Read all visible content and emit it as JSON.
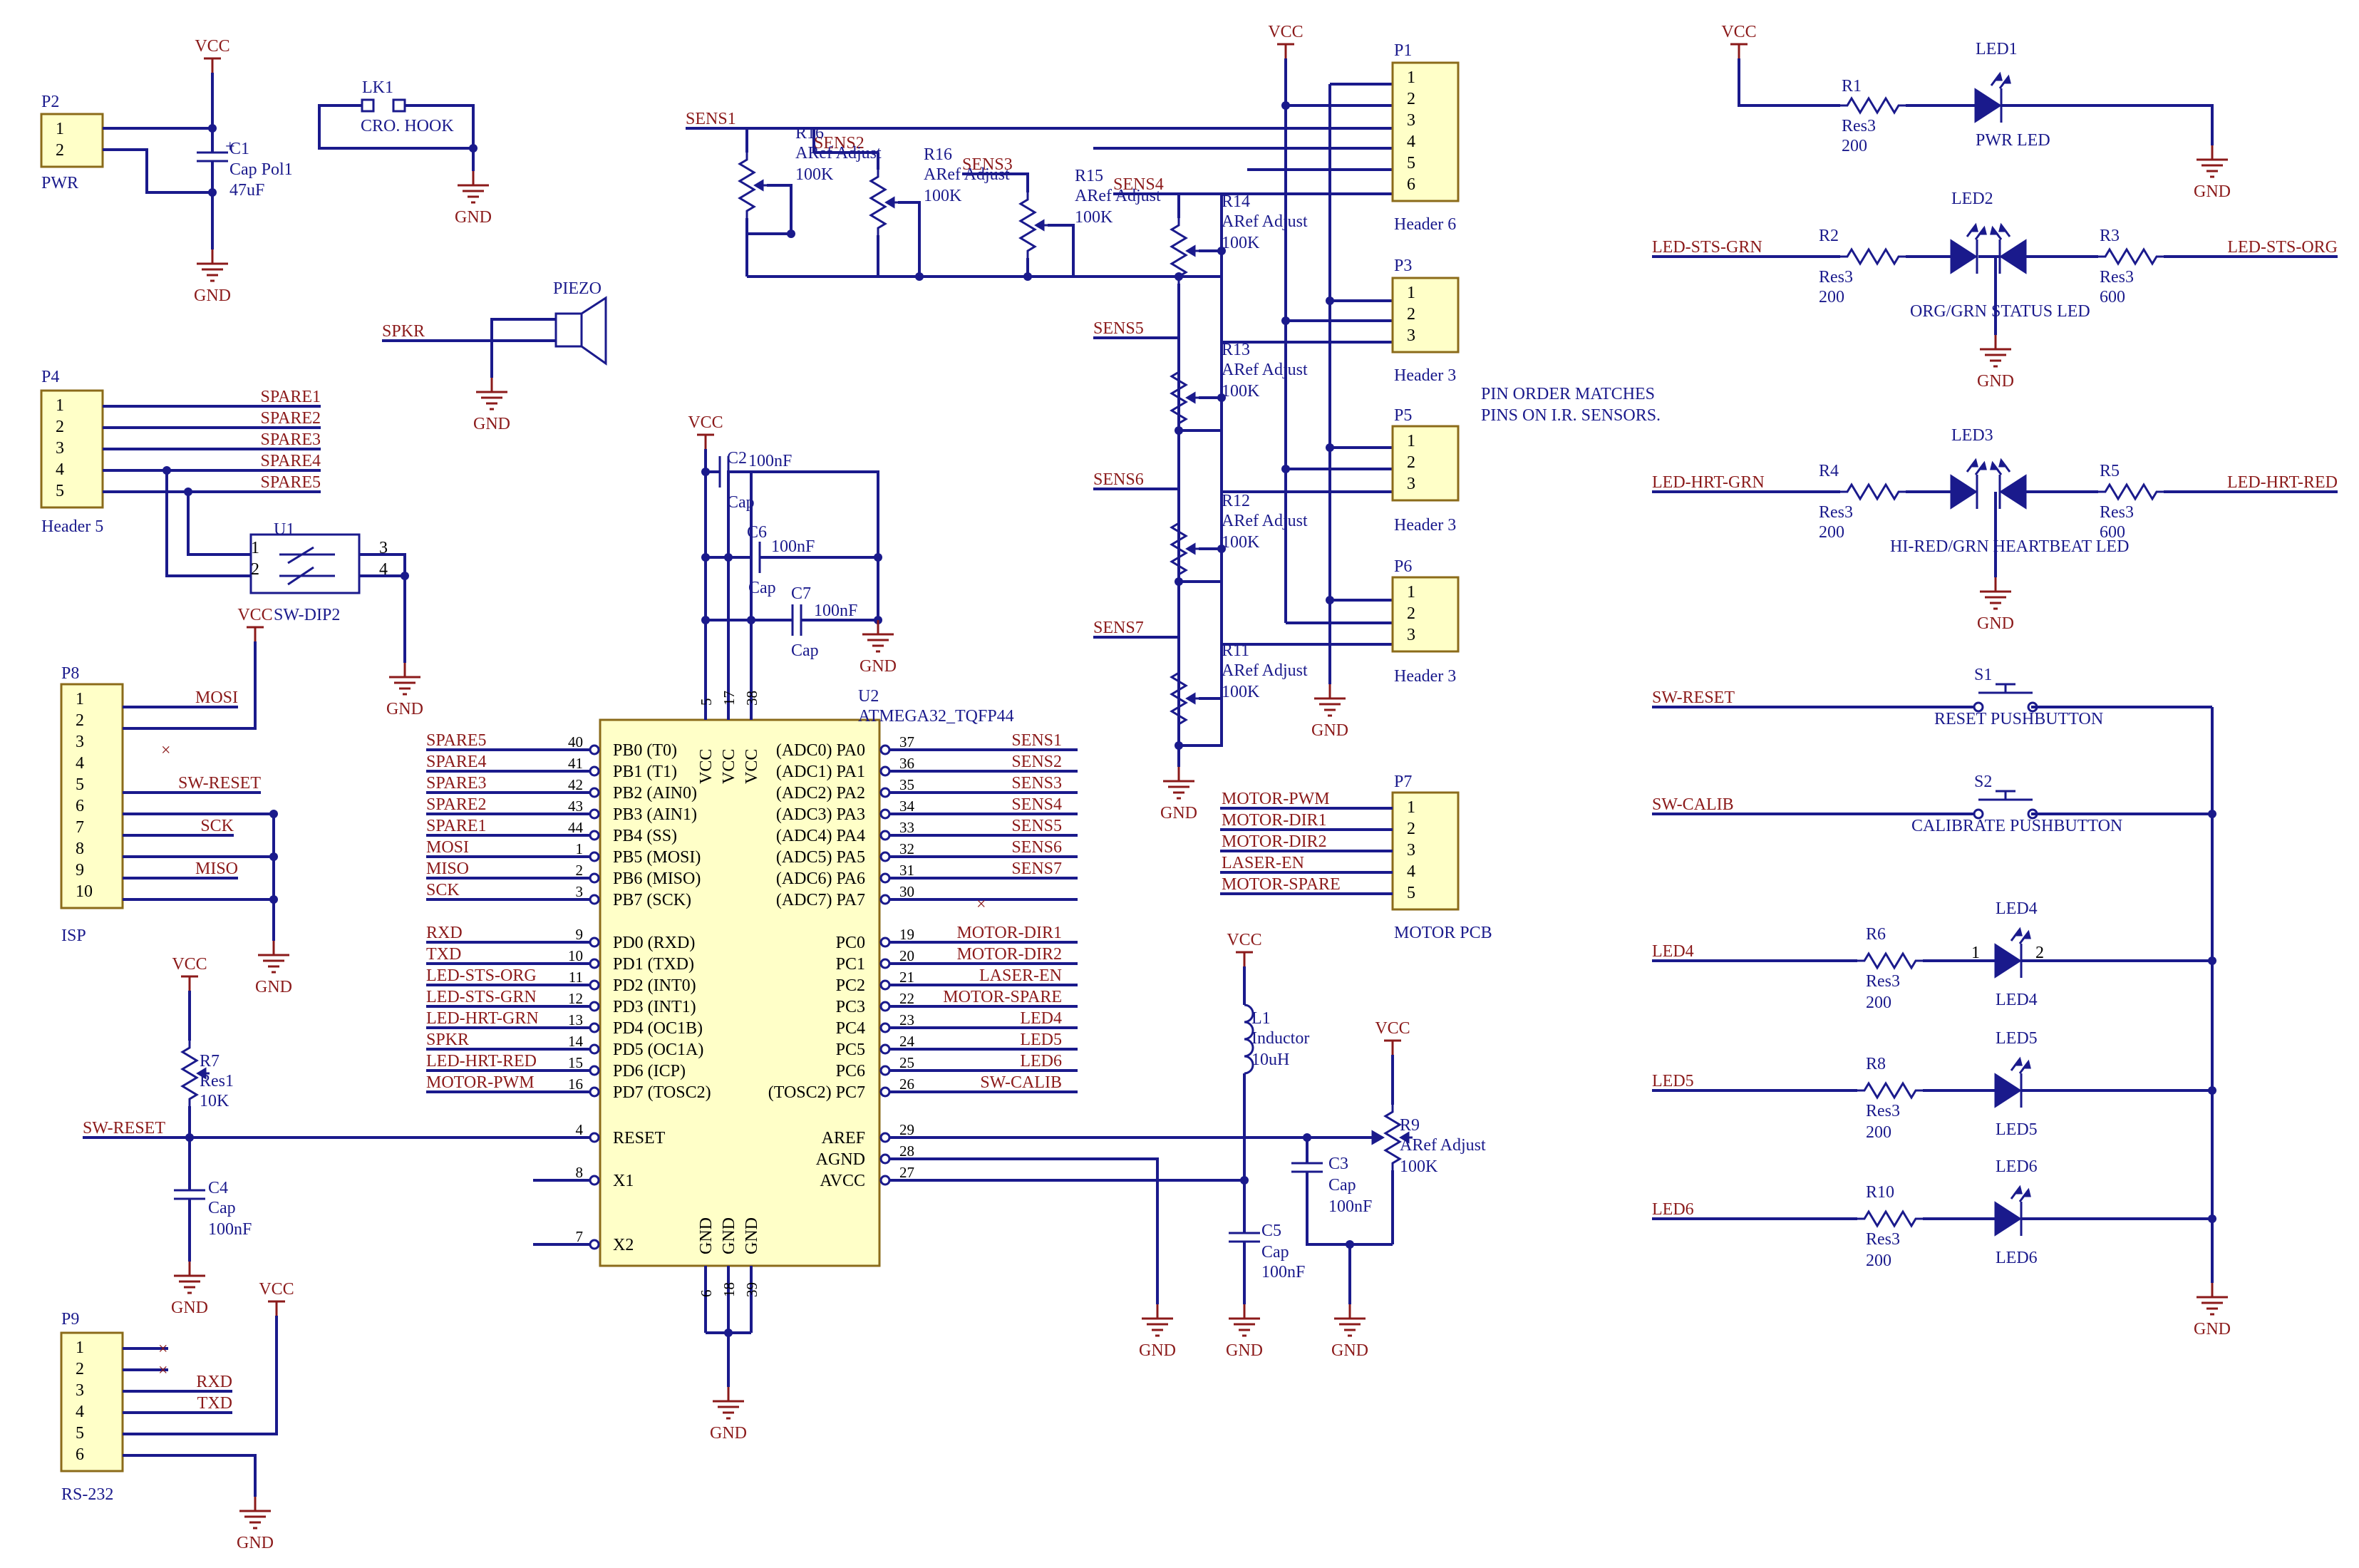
{
  "power": {
    "vcc": "VCC",
    "gnd": "GND"
  },
  "p2": {
    "ref": "P2",
    "label": "PWR",
    "pins": [
      "1",
      "2"
    ]
  },
  "c1": {
    "ref": "C1",
    "type": "Cap Pol1",
    "value": "47uF",
    "plus": "+"
  },
  "lk1": {
    "ref": "LK1",
    "label": "CRO. HOOK"
  },
  "piezo": {
    "label": "PIEZO",
    "net": "SPKR"
  },
  "p4": {
    "ref": "P4",
    "label": "Header 5",
    "pins": [
      "1",
      "2",
      "3",
      "4",
      "5"
    ],
    "nets": [
      "SPARE1",
      "SPARE2",
      "SPARE3",
      "SPARE4",
      "SPARE5"
    ]
  },
  "u1": {
    "ref": "U1",
    "label": "SW-DIP2",
    "pins": [
      "1",
      "2",
      "3",
      "4"
    ]
  },
  "p8": {
    "ref": "P8",
    "label": "ISP",
    "pins": [
      "1",
      "2",
      "3",
      "4",
      "5",
      "6",
      "7",
      "8",
      "9",
      "10"
    ],
    "nets": {
      "mosi": "MOSI",
      "reset": "SW-RESET",
      "sck": "SCK",
      "miso": "MISO"
    }
  },
  "r7": {
    "ref": "R7",
    "type": "Res1",
    "value": "10K"
  },
  "c4": {
    "ref": "C4",
    "type": "Cap",
    "value": "100nF"
  },
  "sw_reset_net": "SW-RESET",
  "p9": {
    "ref": "P9",
    "label": "RS-232",
    "pins": [
      "1",
      "2",
      "3",
      "4",
      "5",
      "6"
    ],
    "nets": [
      "RXD",
      "TXD"
    ]
  },
  "c2": {
    "ref": "C2",
    "type": "Cap",
    "value": "100nF"
  },
  "c6": {
    "ref": "C6",
    "type": "Cap",
    "value": "100nF"
  },
  "c7": {
    "ref": "C7",
    "type": "Cap",
    "value": "100nF"
  },
  "u2": {
    "ref": "U2",
    "part": "ATMEGA32_TQFP44",
    "top_pins": [
      {
        "num": "5",
        "name": "VCC"
      },
      {
        "num": "17",
        "name": "VCC"
      },
      {
        "num": "38",
        "name": "VCC"
      }
    ],
    "bottom_pins": [
      {
        "num": "6",
        "name": "GND"
      },
      {
        "num": "18",
        "name": "GND"
      },
      {
        "num": "39",
        "name": "GND"
      }
    ],
    "left": [
      {
        "net": "SPARE5",
        "num": "40",
        "name": "PB0 (T0)"
      },
      {
        "net": "SPARE4",
        "num": "41",
        "name": "PB1 (T1)"
      },
      {
        "net": "SPARE3",
        "num": "42",
        "name": "PB2 (AIN0)"
      },
      {
        "net": "SPARE2",
        "num": "43",
        "name": "PB3 (AIN1)"
      },
      {
        "net": "SPARE1",
        "num": "44",
        "name": "PB4 (SS)"
      },
      {
        "net": "MOSI",
        "num": "1",
        "name": "PB5 (MOSI)"
      },
      {
        "net": "MISO",
        "num": "2",
        "name": "PB6 (MISO)"
      },
      {
        "net": "SCK",
        "num": "3",
        "name": "PB7 (SCK)"
      },
      {
        "net": "RXD",
        "num": "9",
        "name": "PD0 (RXD)"
      },
      {
        "net": "TXD",
        "num": "10",
        "name": "PD1 (TXD)"
      },
      {
        "net": "LED-STS-ORG",
        "num": "11",
        "name": "PD2 (INT0)"
      },
      {
        "net": "LED-STS-GRN",
        "num": "12",
        "name": "PD3 (INT1)"
      },
      {
        "net": "LED-HRT-GRN",
        "num": "13",
        "name": "PD4 (OC1B)"
      },
      {
        "net": "SPKR",
        "num": "14",
        "name": "PD5 (OC1A)"
      },
      {
        "net": "LED-HRT-RED",
        "num": "15",
        "name": "PD6 (ICP)"
      },
      {
        "net": "MOTOR-PWM",
        "num": "16",
        "name": "PD7 (TOSC2)"
      }
    ],
    "left_misc": [
      {
        "num": "4",
        "name": "RESET"
      },
      {
        "num": "8",
        "name": "X1"
      },
      {
        "num": "7",
        "name": "X2"
      }
    ],
    "right": [
      {
        "net": "SENS1",
        "num": "37",
        "name": "(ADC0) PA0"
      },
      {
        "net": "SENS2",
        "num": "36",
        "name": "(ADC1) PA1"
      },
      {
        "net": "SENS3",
        "num": "35",
        "name": "(ADC2) PA2"
      },
      {
        "net": "SENS4",
        "num": "34",
        "name": "(ADC3) PA3"
      },
      {
        "net": "SENS5",
        "num": "33",
        "name": "(ADC4) PA4"
      },
      {
        "net": "SENS6",
        "num": "32",
        "name": "(ADC5) PA5"
      },
      {
        "net": "SENS7",
        "num": "31",
        "name": "(ADC6) PA6"
      },
      {
        "net": "",
        "num": "30",
        "name": "(ADC7) PA7"
      },
      {
        "net": "MOTOR-DIR1",
        "num": "19",
        "name": "PC0"
      },
      {
        "net": "MOTOR-DIR2",
        "num": "20",
        "name": "PC1"
      },
      {
        "net": "LASER-EN",
        "num": "21",
        "name": "PC2"
      },
      {
        "net": "MOTOR-SPARE",
        "num": "22",
        "name": "PC3"
      },
      {
        "net": "LED4",
        "num": "23",
        "name": "PC4"
      },
      {
        "net": "LED5",
        "num": "24",
        "name": "PC5"
      },
      {
        "net": "LED6",
        "num": "25",
        "name": "PC6"
      },
      {
        "net": "SW-CALIB",
        "num": "26",
        "name": "(TOSC2) PC7"
      }
    ],
    "right_misc": [
      {
        "num": "29",
        "name": "AREF"
      },
      {
        "num": "28",
        "name": "AGND"
      },
      {
        "num": "27",
        "name": "AVCC"
      }
    ]
  },
  "l1": {
    "ref": "L1",
    "type": "Inductor",
    "value": "10uH"
  },
  "c5": {
    "ref": "C5",
    "type": "Cap",
    "value": "100nF"
  },
  "c3": {
    "ref": "C3",
    "type": "Cap",
    "value": "100nF"
  },
  "r9": {
    "ref": "R9",
    "type": "ARef Adjust",
    "value": "100K"
  },
  "sens": {
    "nets": [
      "SENS1",
      "SENS2",
      "SENS3",
      "SENS4",
      "SENS5",
      "SENS6",
      "SENS7"
    ],
    "pots": [
      {
        "ref": "R16",
        "type": "ARef Adjust",
        "value": "100K"
      },
      {
        "ref": "R16",
        "type": "ARef Adjust",
        "value": "100K"
      },
      {
        "ref": "R15",
        "type": "ARef Adjust",
        "value": "100K"
      },
      {
        "ref": "R14",
        "type": "ARef Adjust",
        "value": "100K"
      },
      {
        "ref": "R13",
        "type": "ARef Adjust",
        "value": "100K"
      },
      {
        "ref": "R12",
        "type": "ARef Adjust",
        "value": "100K"
      },
      {
        "ref": "R11",
        "type": "ARef Adjust",
        "value": "100K"
      }
    ]
  },
  "p1": {
    "ref": "P1",
    "label": "Header 6",
    "pins": [
      "1",
      "2",
      "3",
      "4",
      "5",
      "6"
    ]
  },
  "p3": {
    "ref": "P3",
    "label": "Header 3",
    "pins": [
      "1",
      "2",
      "3"
    ]
  },
  "p5": {
    "ref": "P5",
    "label": "Header 3",
    "pins": [
      "1",
      "2",
      "3"
    ]
  },
  "p6": {
    "ref": "P6",
    "label": "Header 3",
    "pins": [
      "1",
      "2",
      "3"
    ]
  },
  "note": {
    "line1": "PIN ORDER MATCHES",
    "line2": "PINS ON I.R. SENSORS."
  },
  "p7": {
    "ref": "P7",
    "label": "MOTOR PCB",
    "pins": [
      "1",
      "2",
      "3",
      "4",
      "5"
    ],
    "nets": [
      "MOTOR-PWM",
      "MOTOR-DIR1",
      "MOTOR-DIR2",
      "LASER-EN",
      "MOTOR-SPARE"
    ]
  },
  "r1": {
    "ref": "R1",
    "type": "Res3",
    "value": "200"
  },
  "led1": {
    "ref": "LED1",
    "label": "PWR LED"
  },
  "led2": {
    "ref": "LED2",
    "label": "ORG/GRN STATUS LED",
    "left_net": "LED-STS-GRN",
    "right_net": "LED-STS-ORG"
  },
  "r2": {
    "ref": "R2",
    "type": "Res3",
    "value": "200"
  },
  "r3": {
    "ref": "R3",
    "type": "Res3",
    "value": "600"
  },
  "led3": {
    "ref": "LED3",
    "label": "HI-RED/GRN HEARTBEAT LED",
    "left_net": "LED-HRT-GRN",
    "right_net": "LED-HRT-RED"
  },
  "r4": {
    "ref": "R4",
    "type": "Res3",
    "value": "200"
  },
  "r5": {
    "ref": "R5",
    "type": "Res3",
    "value": "600"
  },
  "s1": {
    "ref": "S1",
    "label": "RESET PUSHBUTTON",
    "net": "SW-RESET"
  },
  "s2": {
    "ref": "S2",
    "label": "CALIBRATE PUSHBUTTON",
    "net": "SW-CALIB"
  },
  "led4": {
    "ref": "LED4",
    "net": "LED4",
    "pin1": "1",
    "pin2": "2"
  },
  "r6": {
    "ref": "R6",
    "type": "Res3",
    "value": "200"
  },
  "led5": {
    "ref": "LED5",
    "net": "LED5"
  },
  "r8": {
    "ref": "R8",
    "type": "Res3",
    "value": "200"
  },
  "led6": {
    "ref": "LED6",
    "net": "LED6"
  },
  "r10": {
    "ref": "R10",
    "type": "Res3",
    "value": "200"
  }
}
